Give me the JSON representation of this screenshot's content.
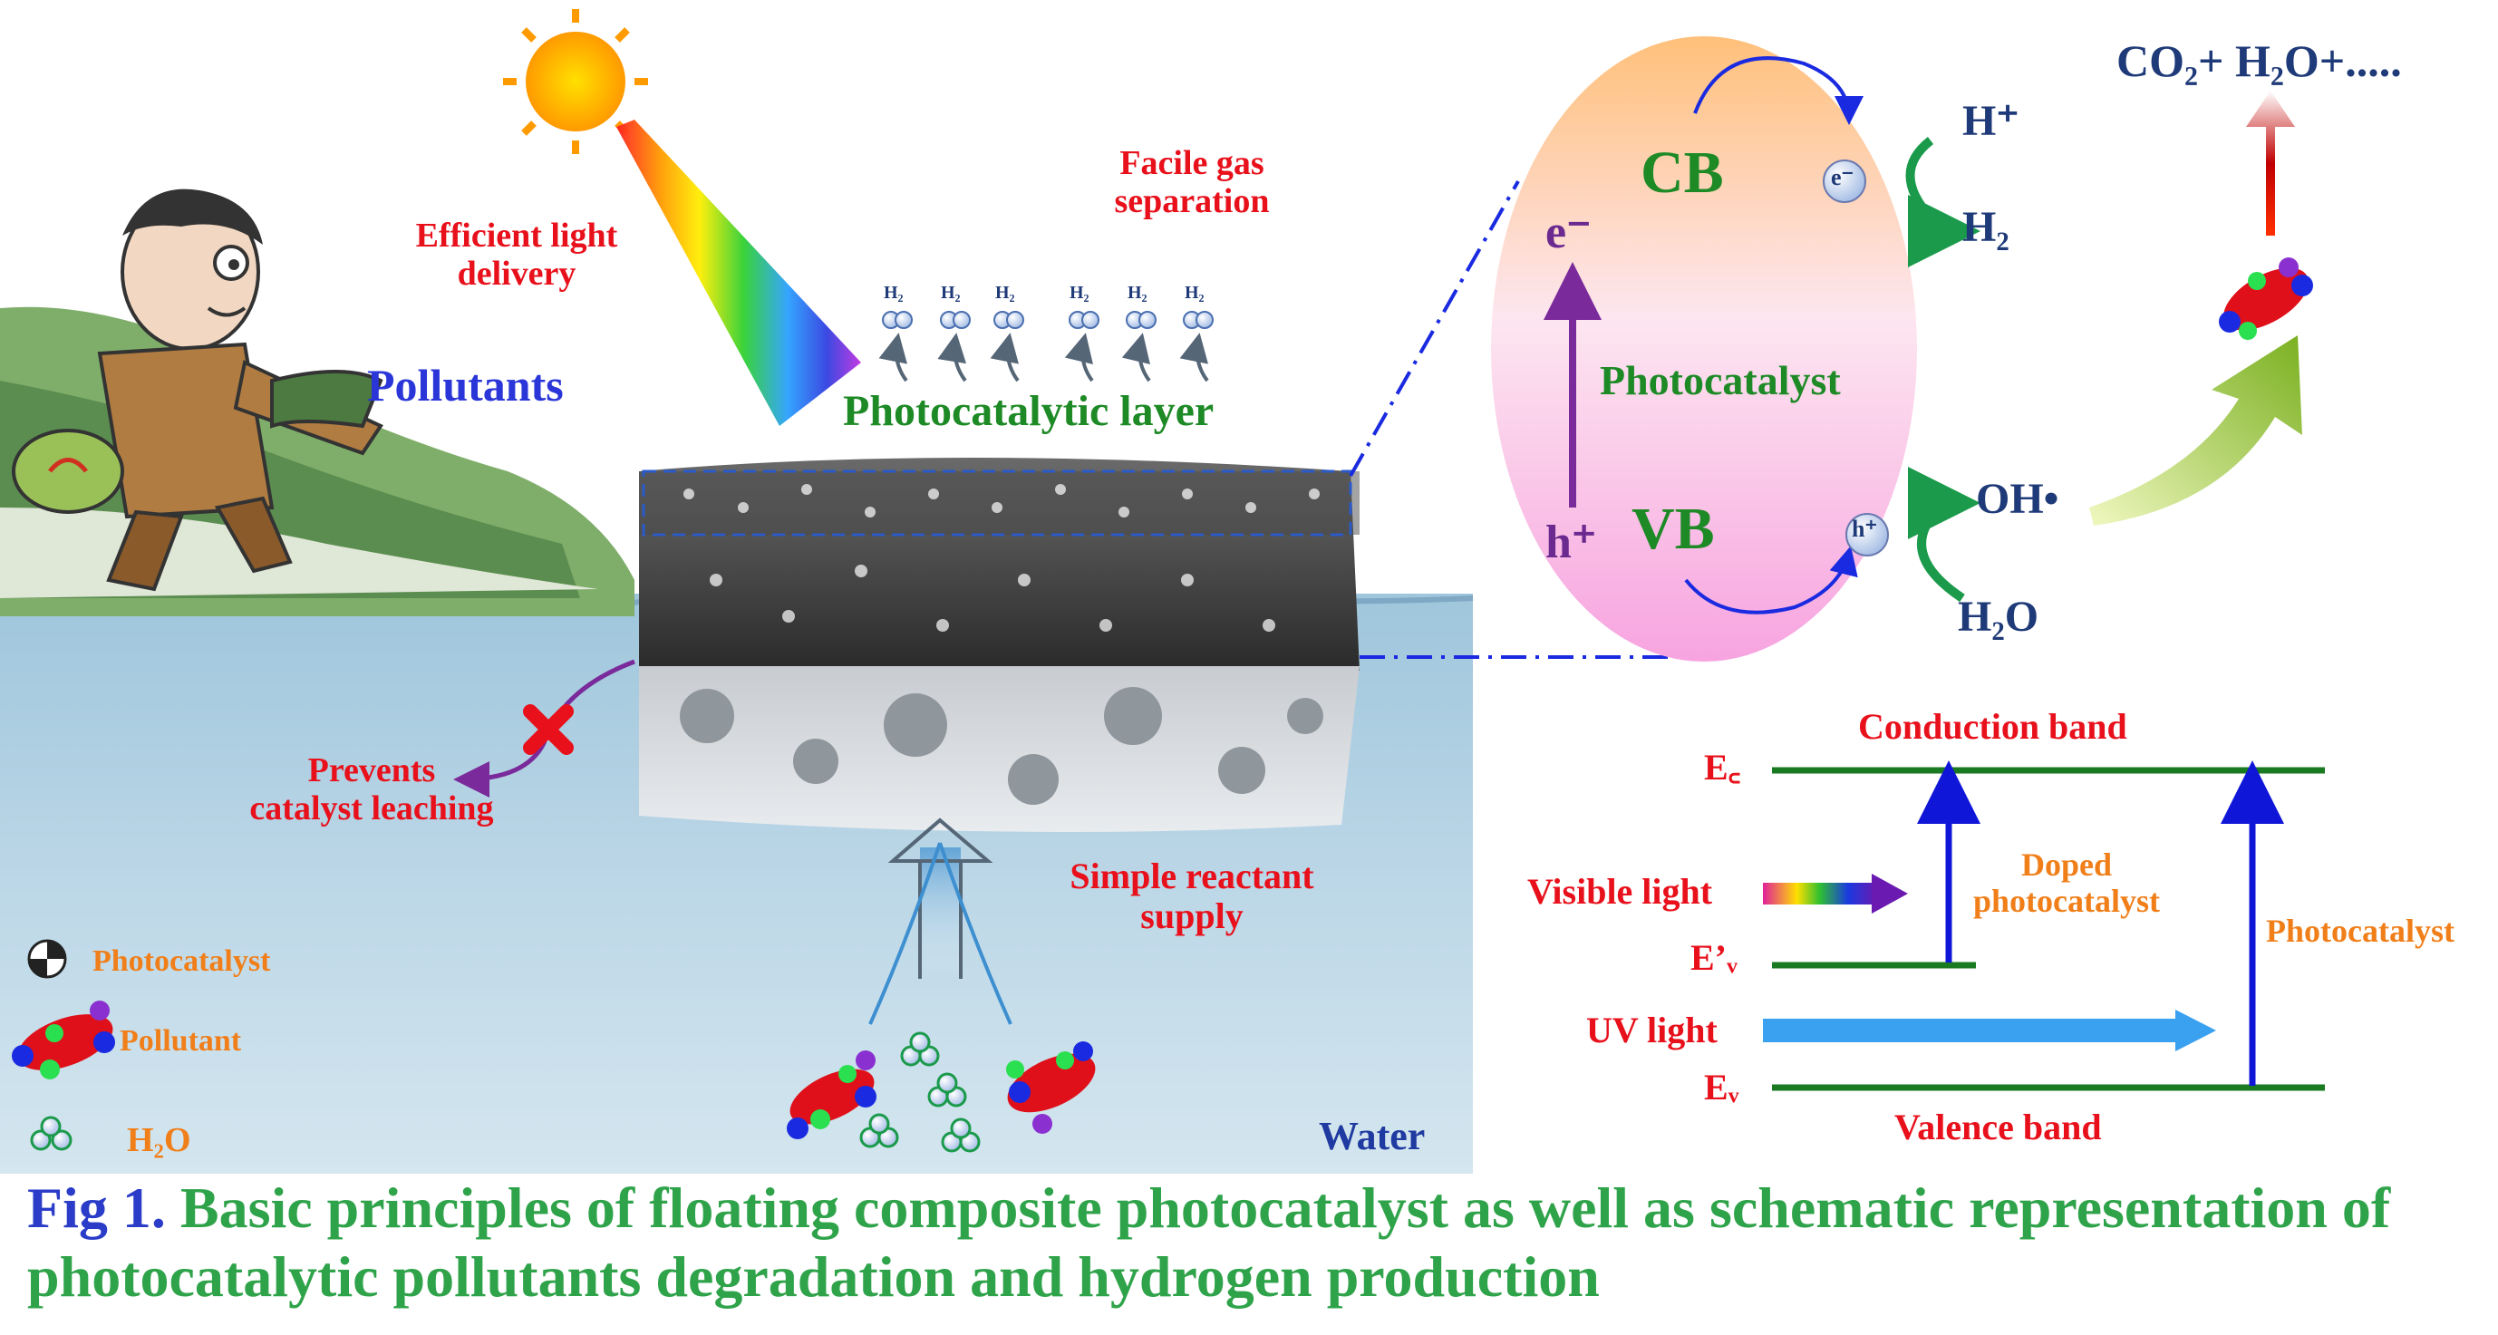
{
  "scene": {
    "efficient_light": [
      "Efficient light",
      "delivery"
    ],
    "facile_gas": [
      "Facile gas",
      "separation"
    ],
    "h2_small": "H₂",
    "pollutants": "Pollutants",
    "photocatalytic_layer": "Photocatalytic layer",
    "prevents_leaching": [
      "Prevents",
      "catalyst leaching"
    ],
    "simple_supply": [
      "Simple reactant",
      "supply"
    ],
    "water": "Water"
  },
  "legend": {
    "photocatalyst": "Photocatalyst",
    "pollutant": "Pollutant",
    "h2o": "H₂O"
  },
  "mechanism": {
    "cb": "CB",
    "vb": "VB",
    "photocatalyst": "Photocatalyst",
    "e_minus": "e⁻",
    "h_plus": "h⁺",
    "e_small": "e⁻",
    "h_small": "h⁺",
    "h_ion": "H⁺",
    "h2": "H₂",
    "oh_radical": "OH•",
    "h2o": "H₂O",
    "products": "CO₂+ H₂O+....."
  },
  "band_diagram": {
    "conduction_band": "Conduction band",
    "valence_band": "Valence band",
    "ec": "E꜀",
    "ev_prime": "E’ᵥ",
    "ev": "Eᵥ",
    "visible_light": "Visible light",
    "uv_light": "UV light",
    "doped_photocatalyst": [
      "Doped",
      "photocatalyst"
    ],
    "photocatalyst": "Photocatalyst"
  },
  "caption": {
    "fig": "Fig 1.",
    "text": "Basic principles of floating composite photocatalyst as well as schematic representation of photocatalytic pollutants degradation and hydrogen production"
  },
  "colors": {
    "label_red": "#e8101b",
    "label_orange": "#f07f1a",
    "label_green": "#1d8a26",
    "label_blue": "#2a36d8",
    "band_line": "#1a7a22",
    "arrow_blue": "#1016d8",
    "water_top": "#a8cbe0",
    "water_bottom": "#cfe3ee"
  }
}
